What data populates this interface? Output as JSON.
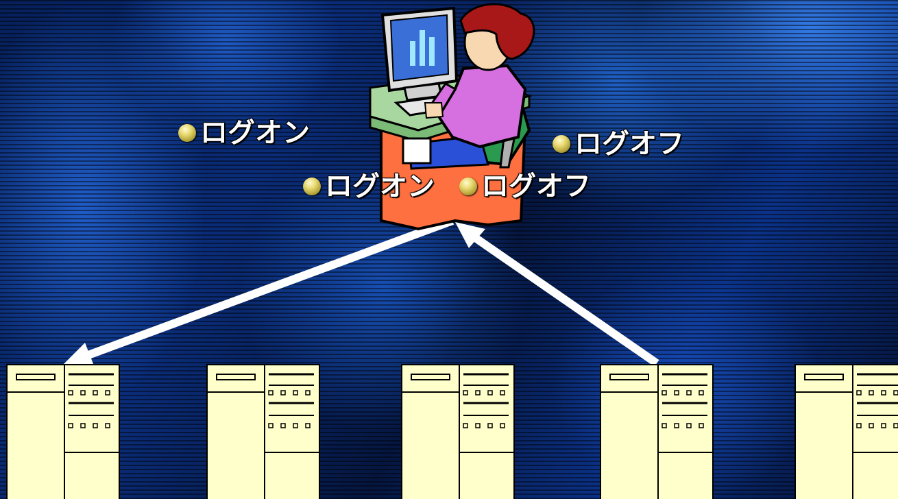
{
  "labels": {
    "logon_left": "ログオン",
    "logon_center": "ログオン",
    "logoff_center": "ログオフ",
    "logoff_right": "ログオフ"
  },
  "icons": {
    "user": "user-at-computer-icon",
    "server": "server-tower-icon",
    "bullet": "gold-sphere-bullet-icon"
  },
  "colors": {
    "server_fill": "#ffffcc",
    "arrow": "#ffffff",
    "label_text": "#ffffff"
  }
}
